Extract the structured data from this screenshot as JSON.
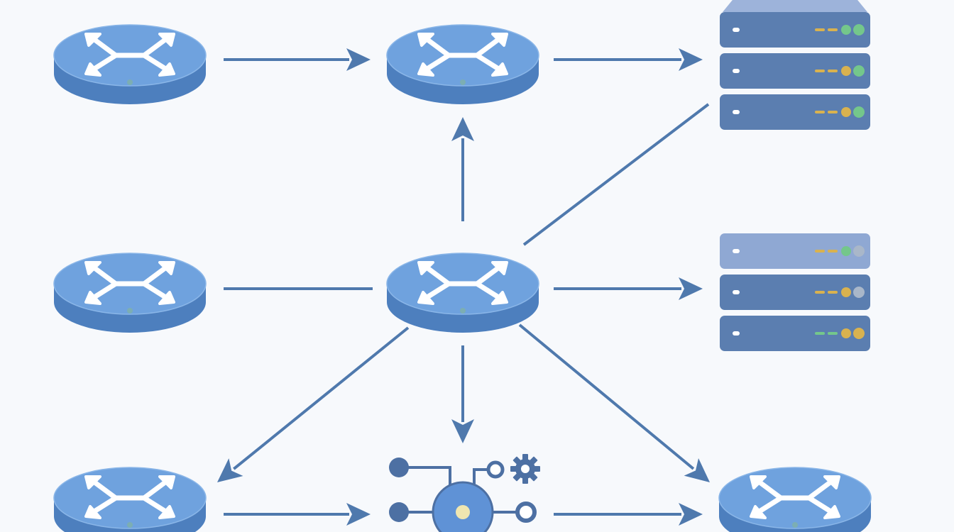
{
  "diagram": {
    "colors": {
      "background": "#f7f9fc",
      "router_top": "#6fa2de",
      "router_side": "#4d7fbe",
      "router_rim": "#8ab6e8",
      "arrow_glyph": "#ffffff",
      "link": "#4f79ad",
      "server_body": "#5b7eb0",
      "server_body_light": "#8fa8d3",
      "server_top": "#9db3da",
      "led_green": "#74c78b",
      "led_amber": "#d9b24f",
      "led_gray": "#a9b7c9",
      "hub_fill": "#5f92d6",
      "hub_dark": "#4d70a3",
      "hub_center": "#f0e6b0"
    },
    "nodes": [
      {
        "id": "router-top-left",
        "type": "router"
      },
      {
        "id": "router-top-center",
        "type": "router"
      },
      {
        "id": "server-top-right",
        "type": "server",
        "leds": [
          [
            "amber",
            "amber",
            "green",
            "green"
          ],
          [
            "amber",
            "amber",
            "amber",
            "green"
          ],
          [
            "amber",
            "amber",
            "amber",
            "green"
          ]
        ]
      },
      {
        "id": "router-middle-left",
        "type": "router"
      },
      {
        "id": "router-central",
        "type": "router"
      },
      {
        "id": "server-middle-right",
        "type": "server",
        "leds": [
          [
            "amber",
            "amber",
            "green",
            "gray"
          ],
          [
            "amber",
            "amber",
            "amber",
            "gray"
          ],
          [
            "green",
            "green",
            "amber",
            "amber"
          ]
        ]
      },
      {
        "id": "router-bottom-left",
        "type": "router"
      },
      {
        "id": "hub-bottom-center",
        "type": "hub",
        "icons": [
          "gear-icon"
        ]
      },
      {
        "id": "router-bottom-right",
        "type": "router"
      }
    ],
    "links": [
      {
        "from": "router-top-left",
        "to": "router-top-center",
        "arrow": true
      },
      {
        "from": "router-top-center",
        "to": "server-top-right",
        "arrow": true
      },
      {
        "from": "router-central",
        "to": "router-top-center",
        "arrow": true
      },
      {
        "from": "router-central",
        "to": "server-top-right",
        "arrow": false
      },
      {
        "from": "router-middle-left",
        "to": "router-central",
        "arrow": false
      },
      {
        "from": "router-central",
        "to": "server-middle-right",
        "arrow": true
      },
      {
        "from": "router-central",
        "to": "router-bottom-left",
        "arrow": true
      },
      {
        "from": "router-central",
        "to": "hub-bottom-center",
        "arrow": true
      },
      {
        "from": "router-central",
        "to": "router-bottom-right",
        "arrow": true
      },
      {
        "from": "router-bottom-left",
        "to": "hub-bottom-center",
        "arrow": true
      },
      {
        "from": "hub-bottom-center",
        "to": "router-bottom-right",
        "arrow": true
      }
    ]
  }
}
